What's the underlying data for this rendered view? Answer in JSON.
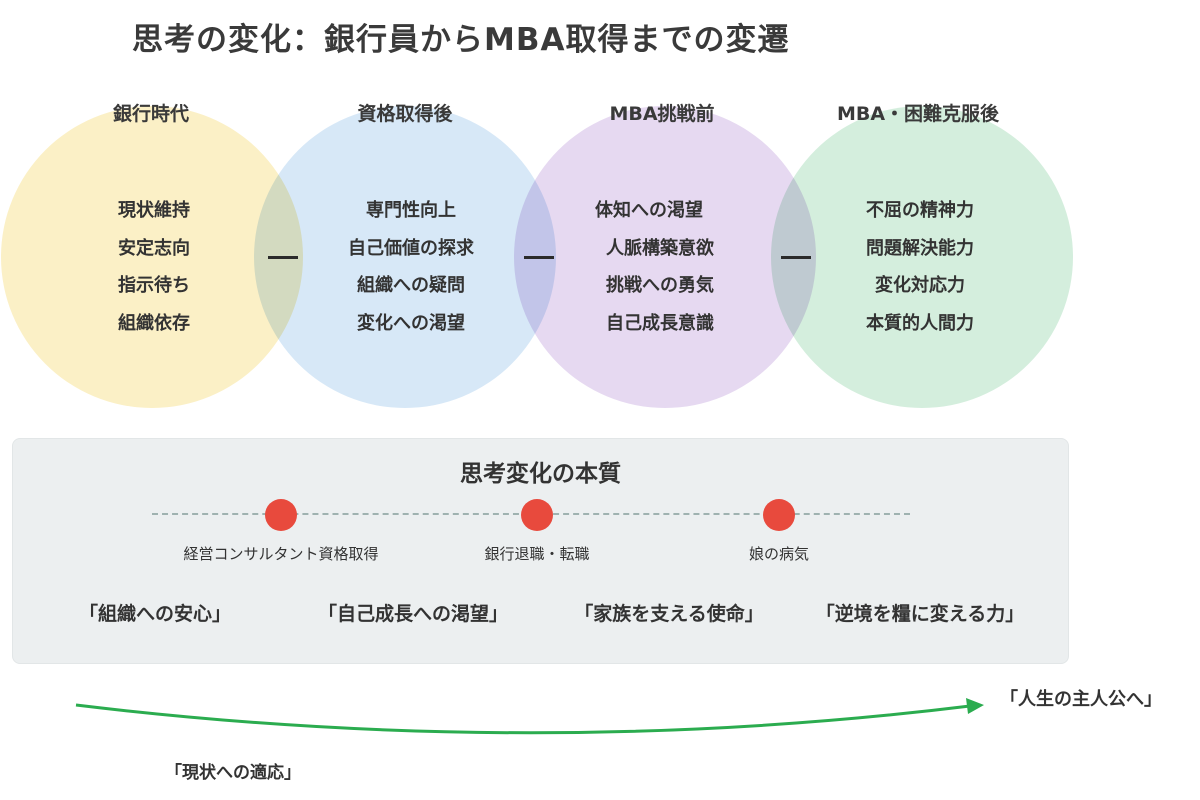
{
  "title": "思考の変化：銀行員からMBA取得までの変遷",
  "stages": [
    {
      "title": "銀行時代",
      "traits": [
        "現状維持",
        "安定志向",
        "指示待ち",
        "組織依存"
      ],
      "color": "#fbf0c6"
    },
    {
      "title": "資格取得後",
      "traits": [
        "専門性向上",
        "自己価値の探求",
        "組織への疑問",
        "変化への渇望"
      ],
      "color": "#d7e8f7"
    },
    {
      "title": "MBA挑戦前",
      "traits": [
        "体知への渇望",
        "人脈構築意欲",
        "挑戦への勇気",
        "自己成長意識"
      ],
      "color": "#e6d9f1"
    },
    {
      "title": "MBA・困難克服後",
      "traits": [
        "不屈の精神力",
        "問題解決能力",
        "変化対応力",
        "本質的人間力"
      ],
      "color": "#d4eedd"
    }
  ],
  "connector": "—",
  "essence": {
    "title": "思考変化の本質",
    "events": [
      "経営コンサルタント資格取得",
      "銀行退職・転職",
      "娘の病気"
    ],
    "themes": [
      "「組織への安心」",
      "「自己成長への渇望」",
      "「家族を支える使命」",
      "「逆境を糧に変える力」"
    ],
    "event_color": "#e84a3d"
  },
  "journey": {
    "start": "「現状への適応」",
    "end": "「人生の主人公へ」",
    "arrow_color": "#2bac4f"
  }
}
